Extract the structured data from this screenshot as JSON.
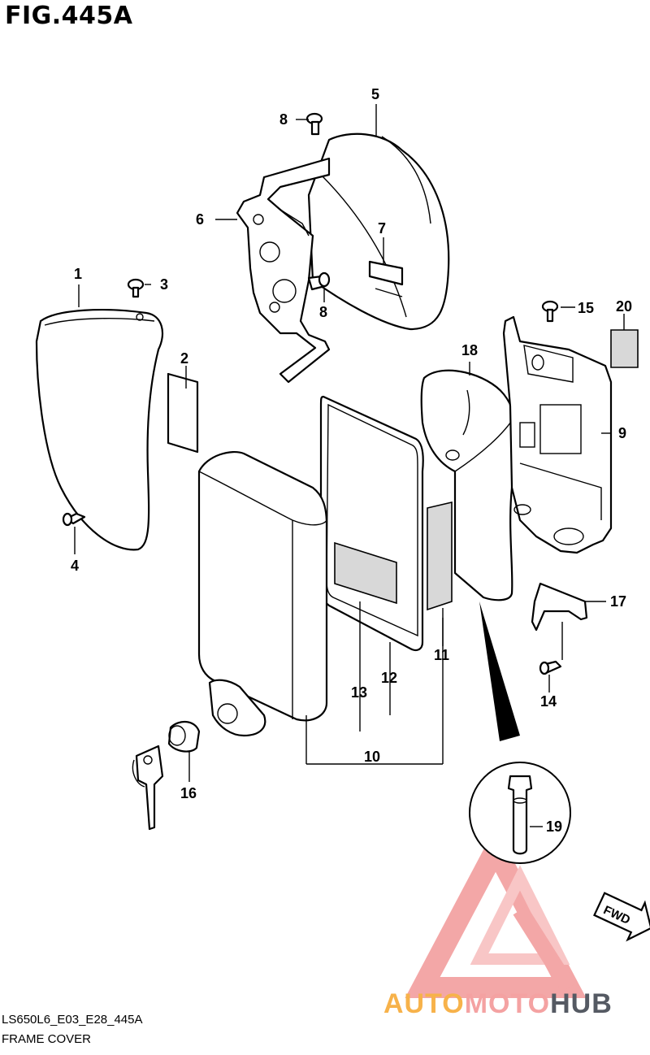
{
  "figure": {
    "title": "FIG.445A",
    "code": "LS650L6_E03_E28_445A",
    "name": "FRAME COVER",
    "fwd_label": "FWD"
  },
  "callouts": [
    "1",
    "2",
    "3",
    "4",
    "5",
    "6",
    "7",
    "8",
    "8",
    "9",
    "10",
    "11",
    "12",
    "13",
    "14",
    "15",
    "16",
    "17",
    "18",
    "19",
    "20"
  ],
  "watermark": {
    "part1": "AUTO",
    "part2": "MOTO",
    "part3": "HUB",
    "colors": {
      "auto": "#f7b24a",
      "moto": "#f4a2a2",
      "hub": "#555a63",
      "logo": "#f08a8a"
    }
  }
}
